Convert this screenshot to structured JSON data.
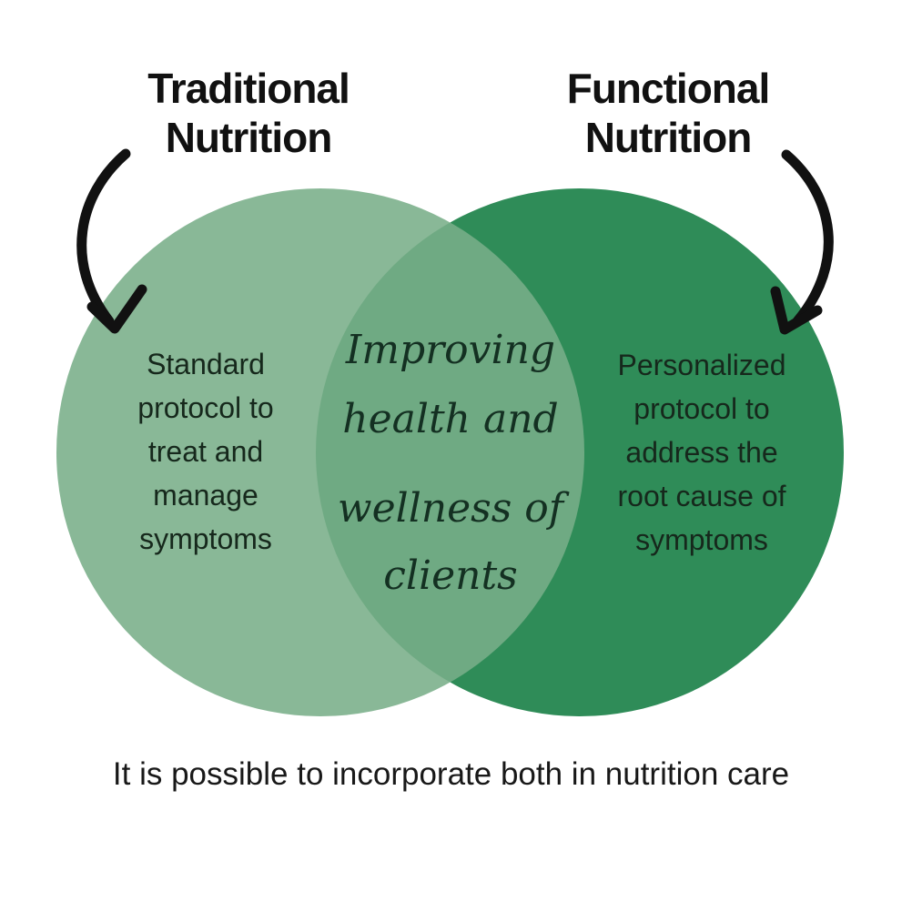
{
  "titles": {
    "left": {
      "line1": "Traditional",
      "line2": "Nutrition"
    },
    "right": {
      "line1": "Functional",
      "line2": "Nutrition"
    }
  },
  "circles": {
    "left": {
      "name": "Traditional Nutrition",
      "color": "#87b795",
      "label_lines": [
        "Standard",
        "protocol to",
        "treat and",
        "manage",
        "symptoms"
      ]
    },
    "right": {
      "name": "Functional Nutrition",
      "color": "#2f8c58",
      "label_lines": [
        "Personalized",
        "protocol to",
        "address the",
        "root cause of",
        "symptoms"
      ]
    },
    "overlap": {
      "color": "#70aa83",
      "script_lines": [
        "Improving",
        "health and",
        "wellness of",
        "clients"
      ]
    }
  },
  "icons": {
    "left_arrow": "hand-drawn curved arrow pointing down-right into left circle",
    "right_arrow": "hand-drawn curved arrow pointing down-left into right circle"
  },
  "caption": "It is possible to incorporate both in nutrition care",
  "colors": {
    "background": "#ffffff",
    "title_text": "#111111",
    "circle_text": "#16281c",
    "script_text": "#143022",
    "arrow": "#111111"
  }
}
